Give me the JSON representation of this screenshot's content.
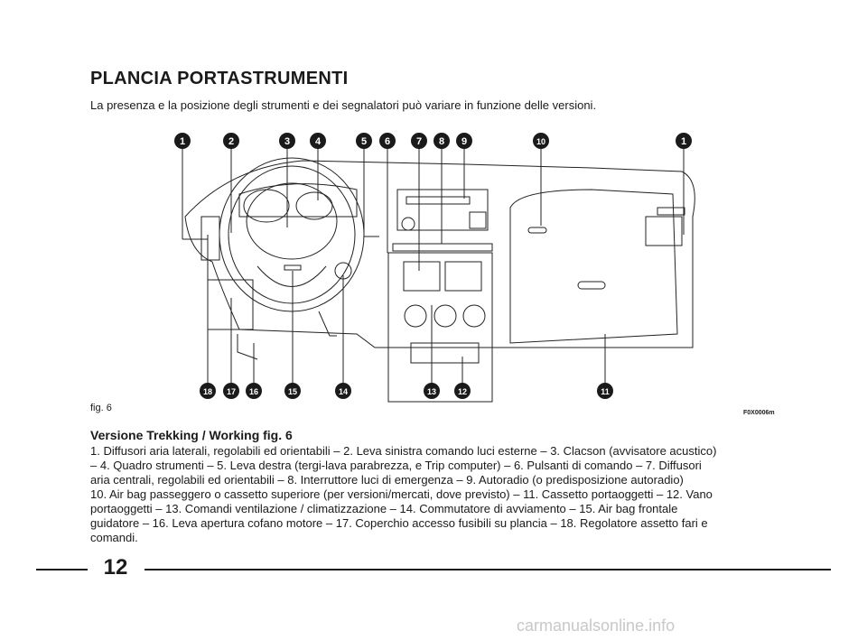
{
  "page": {
    "title": "PLANCIA PORTASTRUMENTI",
    "subtitle": "La presenza e la posizione degli strumenti e dei segnalatori può variare in funzione delle versioni.",
    "figure_label": "fig. 6",
    "figure_code": "F0X0006m",
    "section_title": "Versione Trekking / Working fig. 6",
    "description_lines": [
      "1. Diffusori aria laterali, regolabili ed orientabili – 2. Leva sinistra comando luci esterne – 3.  Clacson (avvisatore acustico)",
      "– 4. Quadro strumenti – 5. Leva destra (tergi-lava parabrezza, e Trip computer) – 6. Pulsanti di comando – 7. Diffusori",
      "aria centrali, regolabili ed orientabili – 8. Interruttore luci di emergenza – 9. Autoradio (o predisposizione autoradio)",
      "10. Air bag passeggero o cassetto superiore (per versioni/mercati, dove previsto) – 11. Cassetto portaoggetti – 12. Vano",
      "portaoggetti – 13. Comandi ventilazione / climatizzazione – 14. Commutatore di avviamento – 15. Air bag frontale",
      "guidatore – 16. Leva apertura cofano motore – 17. Coperchio accesso fusibili su plancia – 18. Regolatore assetto fari e",
      "comandi."
    ],
    "page_number": "12",
    "watermark": "carmanualsonline.info"
  },
  "callouts": {
    "top": [
      "1",
      "2",
      "3",
      "4",
      "5",
      "6",
      "7",
      "8",
      "9",
      "10",
      "1"
    ],
    "bottom": [
      "18",
      "17",
      "16",
      "15",
      "14",
      "13",
      "12",
      "11"
    ]
  },
  "colors": {
    "ink": "#1a1a1a",
    "watermark": "#c8c8c8"
  }
}
